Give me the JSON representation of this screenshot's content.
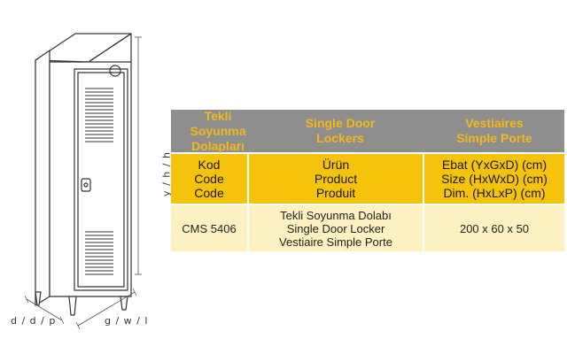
{
  "dimensions": {
    "height_label": "y / h / h",
    "depth_label": "d / d / p",
    "width_label": "g / w / l"
  },
  "table": {
    "header": {
      "col1": [
        "Tekli",
        "Soyunma Dolapları"
      ],
      "col2": [
        "Single Door",
        "Lockers"
      ],
      "col3": [
        "Vestiaires",
        "Simple Porte"
      ]
    },
    "subheader": {
      "col1": [
        "Kod",
        "Code",
        "Code"
      ],
      "col2": [
        "Ürün",
        "Product",
        "Produit"
      ],
      "col3": [
        "Ebat (YxGxD) (cm)",
        "Size (HxWxD) (cm)",
        "Dim. (HxLxP) (cm)"
      ]
    },
    "rows": [
      {
        "code": "CMS 5406",
        "product": [
          "Tekli Soyunma Dolabı",
          "Single Door Locker",
          "Vestiaire Simple Porte"
        ],
        "size": "200 x 60 x 50"
      }
    ]
  }
}
